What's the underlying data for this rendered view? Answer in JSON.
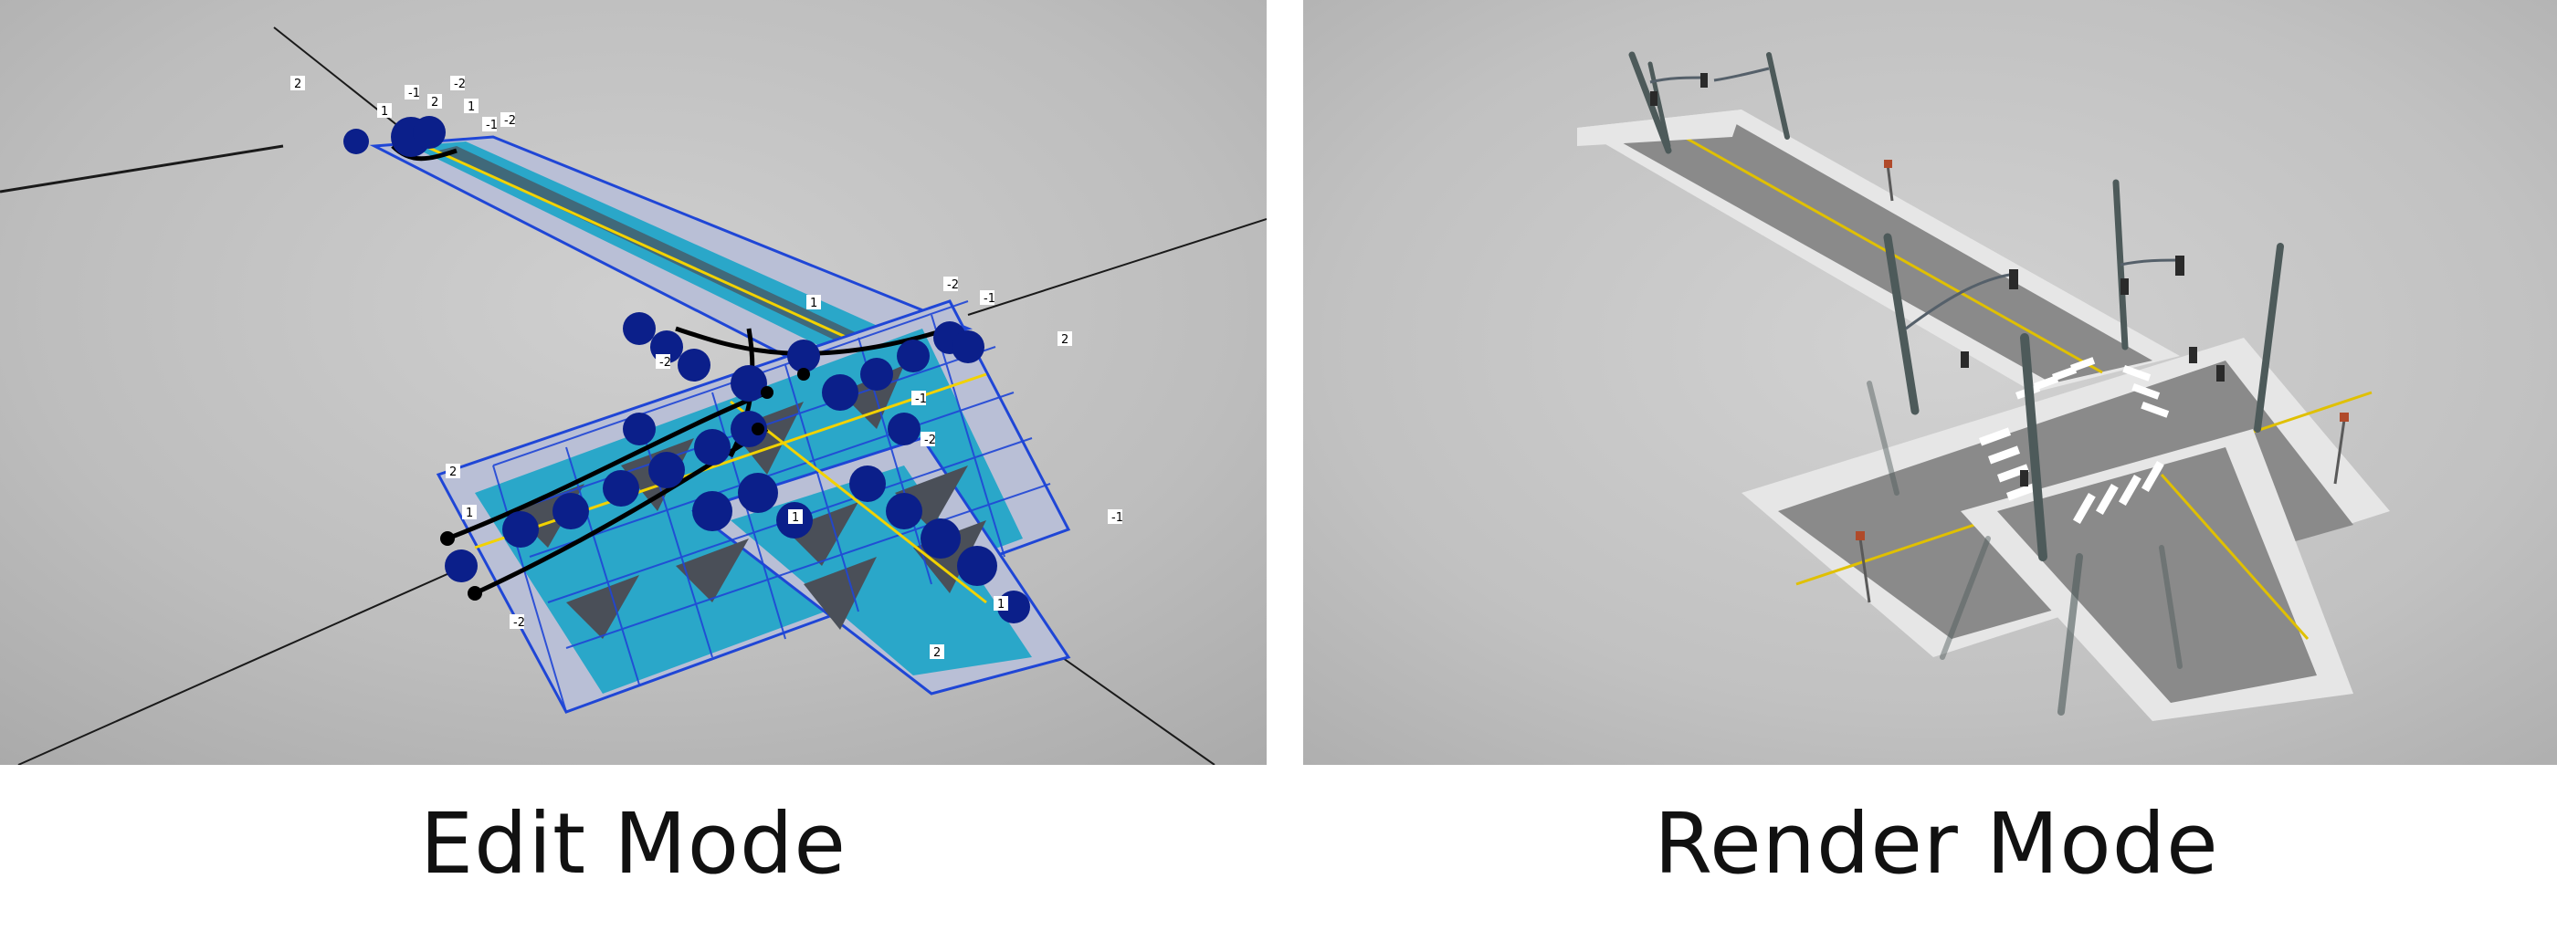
{
  "panels": [
    {
      "id": "edit",
      "caption": "Edit Mode",
      "lane_ids": [
        "1",
        "-1",
        "2",
        "-2",
        "1",
        "-1",
        "2",
        "-2",
        "1",
        "-1",
        "2",
        "-2",
        "1",
        "-2",
        "2",
        "-1",
        "-2",
        "1",
        "2",
        "-2",
        "1",
        "-1"
      ],
      "colors": {
        "ground": "#bfbfbf",
        "grid_line": "#1f46d6",
        "lane_fill": "#2aa7c9",
        "lane_dark": "#4a4f58",
        "sidewalk_fill": "#b9bfd6",
        "node": "#0b1f8a",
        "center_line": "#f2d200"
      }
    },
    {
      "id": "render",
      "caption": "Render Mode",
      "colors": {
        "ground": "#c4c4c4",
        "asphalt": "#8a8a8a",
        "sidewalk": "#e6e6e6",
        "crosswalk": "#ffffff",
        "center_line": "#e0c000",
        "pole": "#4d5a5a"
      }
    }
  ]
}
